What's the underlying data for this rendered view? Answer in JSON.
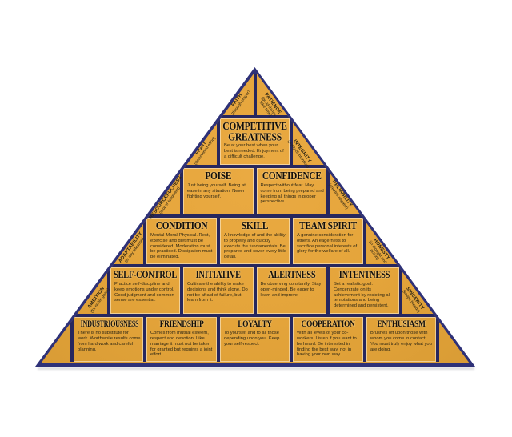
{
  "colors": {
    "background": "#ffffff",
    "block_gold": "#e4a43a",
    "mortar_navy": "#27275e",
    "border_navy": "#2e3178",
    "title_text": "#15100a",
    "body_text": "#38301f"
  },
  "pyramid": {
    "apex": {
      "left": {
        "name": "FAITH",
        "sub": "(through prayer)"
      },
      "right": {
        "name": "PATIENCE",
        "sub": "(good things take time)"
      }
    },
    "rows": [
      {
        "mortar_left": {
          "name": "FIGHT",
          "sub": "(determined effort)"
        },
        "mortar_right": {
          "name": "INTEGRITY",
          "sub": "(purity of intention)"
        },
        "blocks": [
          {
            "title": "COMPETITIVE GREATNESS",
            "body": "Be at your best when your best is needed. Enjoyment of a difficult challenge."
          }
        ]
      },
      {
        "mortar_left": {
          "name": "RESOURCEFULNESS",
          "sub": "(proper judgment)"
        },
        "mortar_right": {
          "name": "RELIABILITY",
          "sub": "(creates respect)"
        },
        "blocks": [
          {
            "title": "POISE",
            "body": "Just being yourself. Being at ease in any situation. Never fighting yourself."
          },
          {
            "title": "CONFIDENCE",
            "body": "Respect without fear. May come from being prepared and keeping all things in proper perspective."
          }
        ]
      },
      {
        "mortar_left": {
          "name": "ADAPTABILITY",
          "sub": "(to any situation)"
        },
        "mortar_right": {
          "name": "HONESTY",
          "sub": "(in thought and action)"
        },
        "blocks": [
          {
            "title": "CONDITION",
            "body": "Mental-Moral-Physical. Rest, exercise and diet must be considered. Moderation must be practiced. Dissipation must be eliminated."
          },
          {
            "title": "SKILL",
            "body": "A knowledge of and the ability to properly and quickly execute the fundamentals. Be prepared and cover every little detail."
          },
          {
            "title": "TEAM SPIRIT",
            "body": "A genuine consideration for others. An eagerness to sacrifice personal interests of glory for the welfare of all."
          }
        ]
      },
      {
        "mortar_left": {
          "name": "AMBITION",
          "sub": "(for noble goals)"
        },
        "mortar_right": {
          "name": "SINCERITY",
          "sub": "(keeps friends)"
        },
        "blocks": [
          {
            "title": "SELF-CONTROL",
            "body": "Practice self-discipline and keep emotions under control. Good judgment and common sense are essential."
          },
          {
            "title": "INITIATIVE",
            "body": "Cultivate the ability to make decisions and think alone. Do not be afraid of failure, but learn from it."
          },
          {
            "title": "ALERTNESS",
            "body": "Be observing constantly. Stay open-minded. Be eager to learn and improve."
          },
          {
            "title": "INTENTNESS",
            "body": "Set a realistic goal. Concentrate on its achievement by resisting all temptations and being determined and persistent."
          }
        ]
      },
      {
        "mortar_left": null,
        "mortar_right": null,
        "blocks": [
          {
            "title": "INDUSTRIOUSNESS",
            "body": "There is no substitute for work. Worthwhile results come from hard work and careful planning."
          },
          {
            "title": "FRIENDSHIP",
            "body": "Comes from mutual esteem, respect and devotion. Like marriage it must not be taken for granted but requires a joint effort."
          },
          {
            "title": "LOYALTY",
            "body": "To yourself and to all those depending upon you. Keep your self-respect."
          },
          {
            "title": "COOPERATION",
            "body": "With all levels of your co-workers. Listen if you want to be heard. Be interested in finding the best way, not in having your own way."
          },
          {
            "title": "ENTHUSIASM",
            "body": "Brushes off upon those with whom you come in contact. You must truly enjoy what you are doing."
          }
        ]
      }
    ]
  }
}
